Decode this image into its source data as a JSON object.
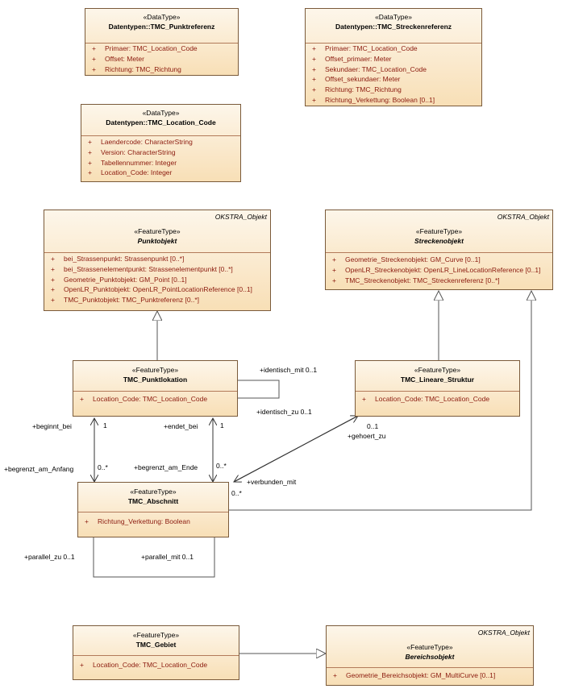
{
  "classes": {
    "punktreferenz": {
      "stereotype": "«DataType»",
      "name": "Datentypen::TMC_Punktreferenz",
      "attributes": [
        "Primaer: TMC_Location_Code",
        "Offset: Meter",
        "Richtung: TMC_Richtung"
      ]
    },
    "streckenreferenz": {
      "stereotype": "«DataType»",
      "name": "Datentypen::TMC_Streckenreferenz",
      "attributes": [
        "Primaer: TMC_Location_Code",
        "Offset_primaer: Meter",
        "Sekundaer: TMC_Location_Code",
        "Offset_sekundaer: Meter",
        "Richtung: TMC_Richtung",
        "Richtung_Verkettung: Boolean [0..1]"
      ]
    },
    "location_code": {
      "stereotype": "«DataType»",
      "name": "Datentypen::TMC_Location_Code",
      "attributes": [
        "Laendercode: CharacterString",
        "Version: CharacterString",
        "Tabellennummer: Integer",
        "Location_Code: Integer"
      ]
    },
    "punktobjekt": {
      "parent": "OKSTRA_Objekt",
      "stereotype": "«FeatureType»",
      "name": "Punktobjekt",
      "attributes": [
        "bei_Strassenpunkt: Strassenpunkt [0..*]",
        "bei_Strassenelementpunkt: Strassenelementpunkt [0..*]",
        "Geometrie_Punktobjekt: GM_Point [0..1]",
        "OpenLR_Punktobjekt: OpenLR_PointLocationReference [0..1]",
        "TMC_Punktobjekt: TMC_Punktreferenz [0..*]"
      ]
    },
    "streckenobjekt": {
      "parent": "OKSTRA_Objekt",
      "stereotype": "«FeatureType»",
      "name": "Streckenobjekt",
      "attributes": [
        "Geometrie_Streckenobjekt: GM_Curve [0..1]",
        "OpenLR_Streckenobjekt: OpenLR_LineLocationReference [0..1]",
        "TMC_Streckenobjekt: TMC_Streckenreferenz [0..*]"
      ]
    },
    "punktlokation": {
      "stereotype": "«FeatureType»",
      "name": "TMC_Punktlokation",
      "attributes": [
        "Location_Code: TMC_Location_Code"
      ]
    },
    "lineare_struktur": {
      "stereotype": "«FeatureType»",
      "name": "TMC_Lineare_Struktur",
      "attributes": [
        "Location_Code: TMC_Location_Code"
      ]
    },
    "abschnitt": {
      "stereotype": "«FeatureType»",
      "name": "TMC_Abschnitt",
      "attributes": [
        "Richtung_Verkettung: Boolean"
      ]
    },
    "gebiet": {
      "stereotype": "«FeatureType»",
      "name": "TMC_Gebiet",
      "attributes": [
        "Location_Code: TMC_Location_Code"
      ]
    },
    "bereichsobjekt": {
      "parent": "OKSTRA_Objekt",
      "stereotype": "«FeatureType»",
      "name": "Bereichsobjekt",
      "attributes": [
        "Geometrie_Bereichsobjekt: GM_MultiCurve [0..1]"
      ]
    }
  },
  "labels": {
    "identisch_mit": "+identisch_mit 0..1",
    "identisch_zu": "+identisch_zu 0..1",
    "beginnt_bei": "+beginnt_bei",
    "mult_one_a": "1",
    "endet_bei": "+endet_bei",
    "mult_one_b": "1",
    "mult_gehoert": "0..1",
    "gehoert_zu": "+gehoert_zu",
    "begrenzt_am_anfang": "+begrenzt_am_Anfang",
    "mult_many_a": "0..*",
    "begrenzt_am_ende": "+begrenzt_am_Ende",
    "mult_many_b": "0..*",
    "verbunden_mit": "+verbunden_mit",
    "mult_many_c": "0..*",
    "parallel_zu": "+parallel_zu 0..1",
    "parallel_mit": "+parallel_mit 0..1"
  }
}
